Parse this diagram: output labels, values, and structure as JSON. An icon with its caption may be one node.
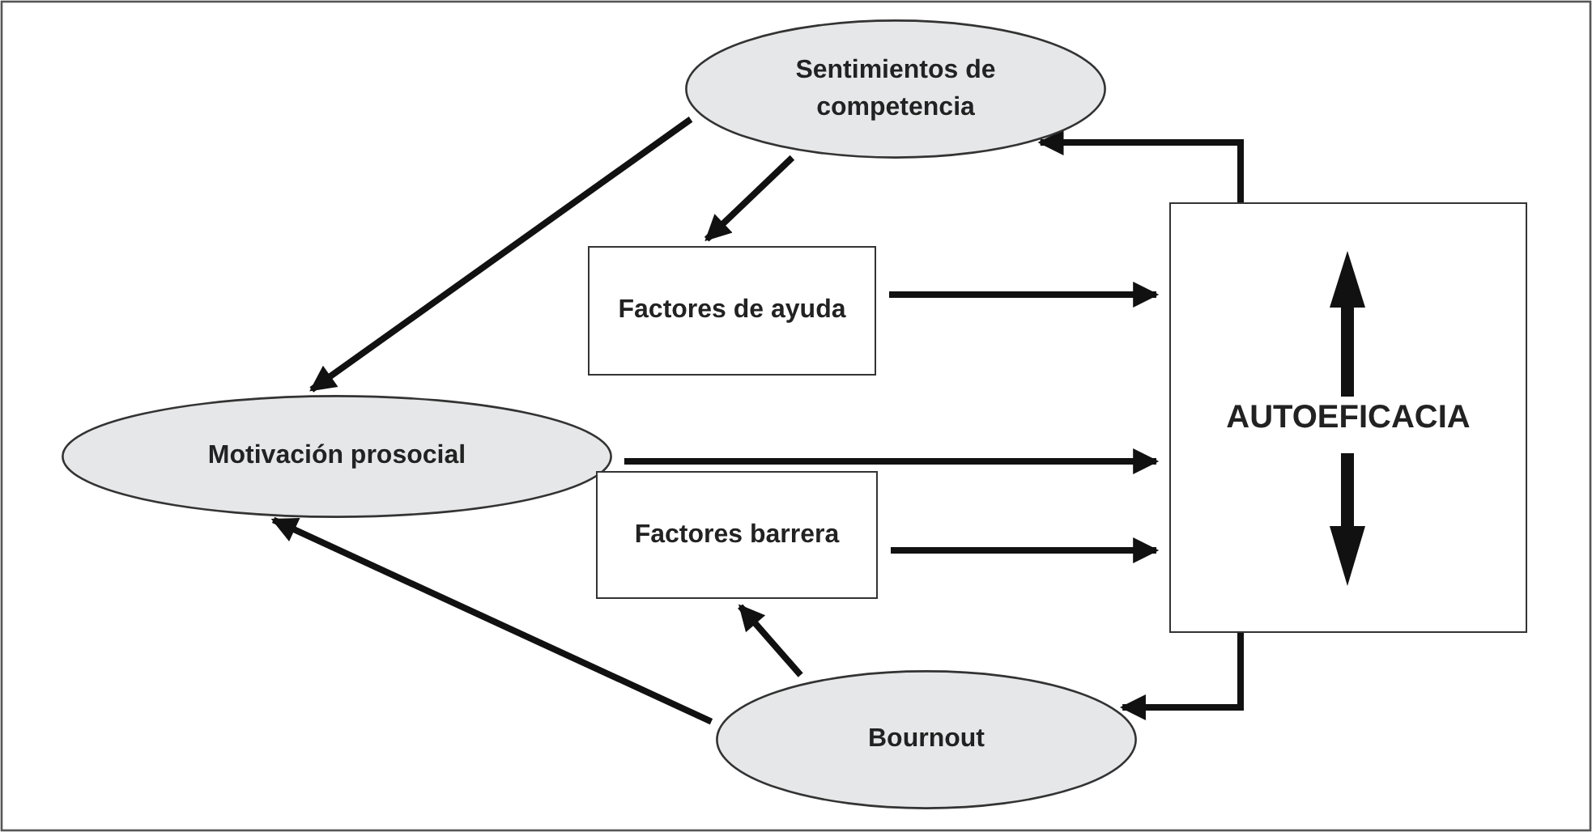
{
  "diagram": {
    "nodes": [
      {
        "text": [
          "Sentimientos de competencia"
        ]
      },
      {
        "text": [
          "Factores de ayuda"
        ]
      },
      {
        "text": [
          "Motivación prosocial"
        ]
      },
      {
        "text": [
          "AUTOEFICACIA"
        ]
      },
      {
        "text": [
          "Factores barrera"
        ]
      },
      {
        "text": [
          "Bournout"
        ]
      }
    ],
    "edges": [
      {
        "from": 0,
        "to": 2,
        "arrow": "to"
      },
      {
        "from": 0,
        "to": 1,
        "arrow": "to"
      },
      {
        "from": 1,
        "to": 3,
        "arrow": "to"
      },
      {
        "from": 2,
        "to": 3,
        "arrow": "to"
      },
      {
        "from": 4,
        "to": 3,
        "arrow": "to"
      },
      {
        "from": 5,
        "to": 4,
        "arrow": "to"
      },
      {
        "from": 5,
        "to": 2,
        "arrow": "to"
      },
      {
        "from": 3,
        "to": 0,
        "arrow": "to"
      },
      {
        "from": 3,
        "to": 5,
        "arrow": "to"
      }
    ]
  }
}
